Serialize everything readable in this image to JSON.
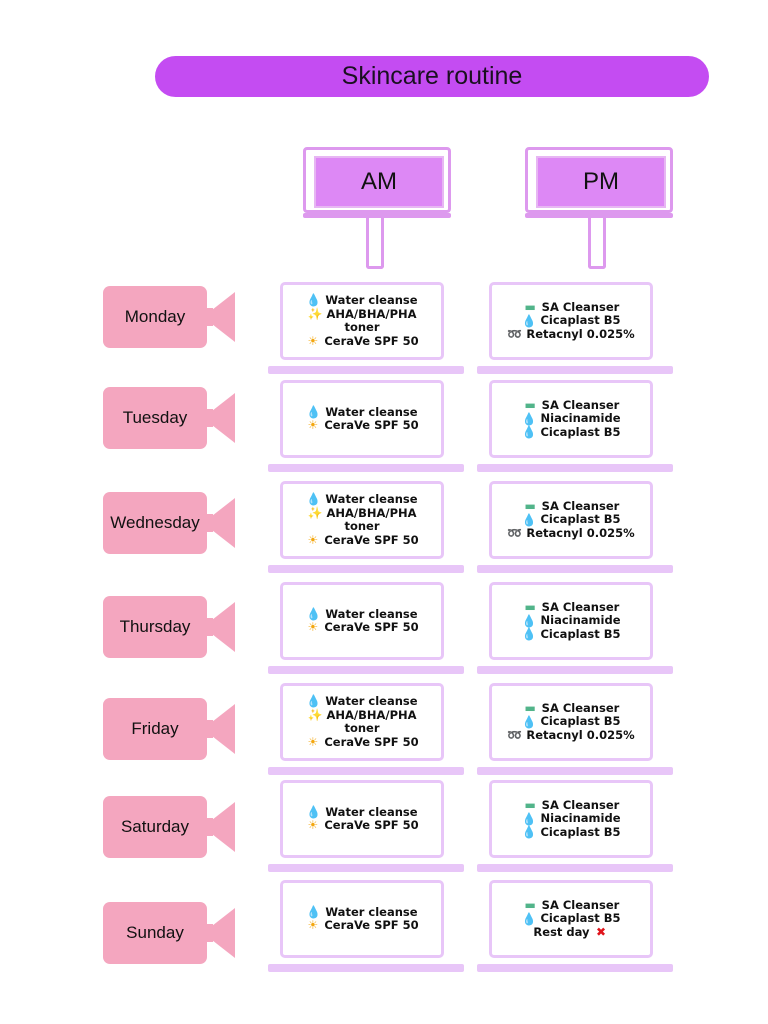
{
  "title": "Skincare routine",
  "colors": {
    "title_bg": "#c44cf2",
    "sign_fill": "#dd88f5",
    "sign_outline": "#dd99ee",
    "day_tag": "#f4a6bf",
    "laptop_outline": "#e8c6f8"
  },
  "columns": {
    "am": "AM",
    "pm": "PM"
  },
  "days": [
    {
      "name": "Monday",
      "am": [
        {
          "icon": "water-drop",
          "text": "Water cleanse"
        },
        {
          "icon": "sparkles",
          "text": "AHA/BHA/PHA"
        },
        {
          "icon": "",
          "text": "toner"
        },
        {
          "icon": "sun",
          "text": "CeraVe SPF 50"
        }
      ],
      "pm": [
        {
          "icon": "soap",
          "text": "SA Cleanser"
        },
        {
          "icon": "water-drop",
          "text": "Cicaplast  B5"
        },
        {
          "icon": "tube",
          "text": "Retacnyl 0.025%"
        }
      ]
    },
    {
      "name": "Tuesday",
      "am": [
        {
          "icon": "water-drop",
          "text": "Water cleanse"
        },
        {
          "icon": "sun",
          "text": "CeraVe SPF 50"
        }
      ],
      "pm": [
        {
          "icon": "soap",
          "text": "SA Cleanser"
        },
        {
          "icon": "water-drop",
          "text": "Niacinamide"
        },
        {
          "icon": "water-drop",
          "text": "Cicaplast  B5"
        }
      ]
    },
    {
      "name": "Wednesday",
      "am": [
        {
          "icon": "water-drop",
          "text": "Water cleanse"
        },
        {
          "icon": "sparkles",
          "text": "AHA/BHA/PHA"
        },
        {
          "icon": "",
          "text": "toner"
        },
        {
          "icon": "sun",
          "text": "CeraVe SPF 50"
        }
      ],
      "pm": [
        {
          "icon": "soap",
          "text": "SA Cleanser"
        },
        {
          "icon": "water-drop",
          "text": "Cicaplast  B5"
        },
        {
          "icon": "tube",
          "text": "Retacnyl 0.025%"
        }
      ]
    },
    {
      "name": "Thursday",
      "am": [
        {
          "icon": "water-drop",
          "text": "Water cleanse"
        },
        {
          "icon": "sun",
          "text": "CeraVe SPF 50"
        }
      ],
      "pm": [
        {
          "icon": "soap",
          "text": "SA Cleanser"
        },
        {
          "icon": "water-drop",
          "text": "Niacinamide"
        },
        {
          "icon": "water-drop",
          "text": "Cicaplast  B5"
        }
      ]
    },
    {
      "name": "Friday",
      "am": [
        {
          "icon": "water-drop",
          "text": "Water cleanse"
        },
        {
          "icon": "sparkles",
          "text": "AHA/BHA/PHA"
        },
        {
          "icon": "",
          "text": "toner"
        },
        {
          "icon": "sun",
          "text": "CeraVe SPF 50"
        }
      ],
      "pm": [
        {
          "icon": "soap",
          "text": "SA Cleanser"
        },
        {
          "icon": "water-drop",
          "text": "Cicaplast  B5"
        },
        {
          "icon": "tube",
          "text": "Retacnyl 0.025%"
        }
      ]
    },
    {
      "name": "Saturday",
      "am": [
        {
          "icon": "water-drop",
          "text": "Water cleanse"
        },
        {
          "icon": "sun",
          "text": "CeraVe SPF 50"
        }
      ],
      "pm": [
        {
          "icon": "soap",
          "text": "SA Cleanser"
        },
        {
          "icon": "water-drop",
          "text": "Niacinamide"
        },
        {
          "icon": "water-drop",
          "text": "Cicaplast  B5"
        }
      ]
    },
    {
      "name": "Sunday",
      "am": [
        {
          "icon": "water-drop",
          "text": "Water cleanse"
        },
        {
          "icon": "sun",
          "text": "CeraVe SPF 50"
        }
      ],
      "pm": [
        {
          "icon": "soap",
          "text": "SA Cleanser"
        },
        {
          "icon": "water-drop",
          "text": "Cicaplast  B5"
        },
        {
          "icon": "",
          "text": "Rest day",
          "trailing_icon": "red-cross-mark"
        }
      ]
    }
  ]
}
